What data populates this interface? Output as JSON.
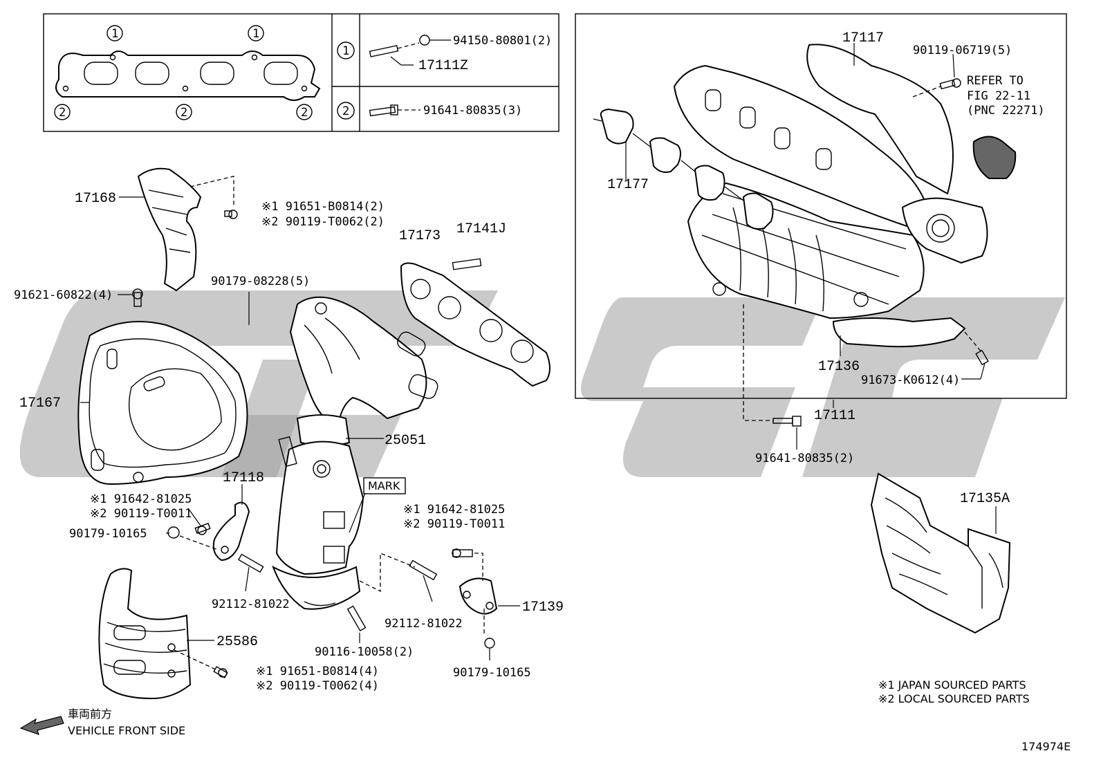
{
  "inset": {
    "row1_symbol": "1",
    "row2_symbol": "2",
    "row1_labels": [
      "94150-80801(2)",
      "17111Z"
    ],
    "row2_labels": [
      "91641-80835(3)"
    ]
  },
  "callouts": {
    "p17117": "17117",
    "p90119_06719": "90119-06719(5)",
    "refer1": "REFER TO",
    "refer2": "FIG 22-11",
    "refer3": "(PNC 22271)",
    "p17177": "17177",
    "p17136": "17136",
    "p91673": "91673-K0612(4)",
    "p17111": "17111",
    "p91641_2": "91641-80835(2)",
    "p17168": "17168",
    "p17168_s1": "※1 91651-B0814(2)",
    "p17168_s2": "※2 90119-T0062(2)",
    "p17173": "17173",
    "p17141J": "17141J",
    "p91621": "91621-60822(4)",
    "p90179_08228": "90179-08228(5)",
    "p17167": "17167",
    "p25051": "25051",
    "mark": "MARK",
    "p17118": "17118",
    "left_s1": "※1 91642-81025",
    "left_s2": "※2 90119-T0011",
    "p90179_10165a": "90179-10165",
    "right_s1": "※1 91642-81025",
    "right_s2": "※2 90119-T0011",
    "p92112_a": "92112-81022",
    "p92112_b": "92112-81022",
    "p17139": "17139",
    "p90116": "90116-10058(2)",
    "p90179_10165b": "90179-10165",
    "p25586": "25586",
    "bottom_s1": "※1 91651-B0814(4)",
    "bottom_s2": "※2 90119-T0062(4)",
    "p17135A": "17135A"
  },
  "legend": {
    "japan": "※1 JAPAN SOURCED PARTS",
    "local": "※2 LOCAL SOURCED PARTS"
  },
  "direction": {
    "jp": "車両前方",
    "en": "VEHICLE FRONT SIDE"
  },
  "figure_id": "174974E",
  "colors": {
    "line": "#000000",
    "watermark": "#9e9e9e",
    "background": "#ffffff"
  }
}
